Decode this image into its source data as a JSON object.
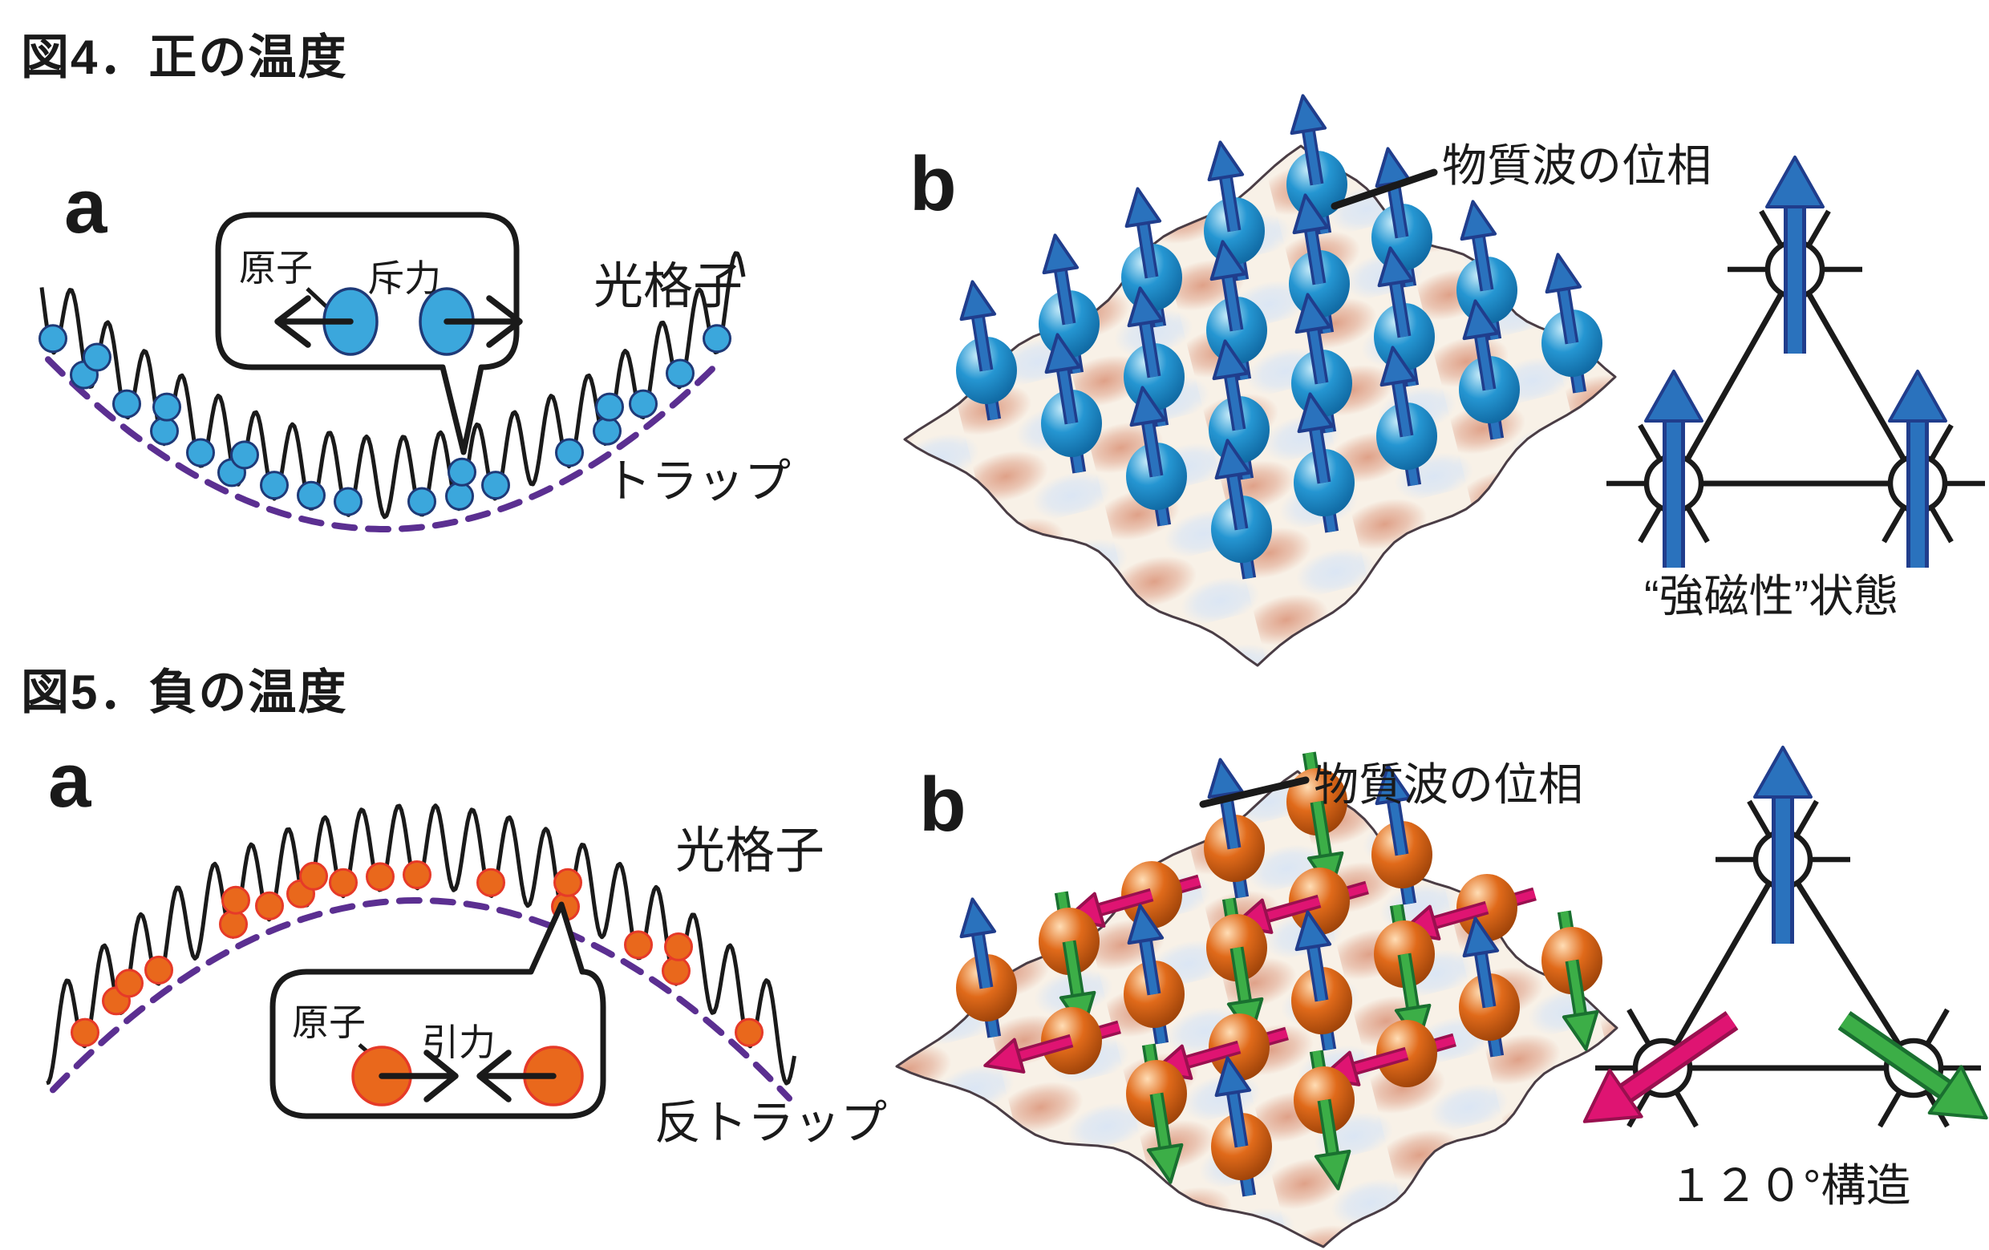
{
  "fig4": {
    "title": "図4．正の温度",
    "panel_a": {
      "label": "a",
      "lattice_label": "光格子",
      "trap_label": "トラップ",
      "bubble": {
        "atom_label": "原子",
        "force_label": "斥力"
      }
    },
    "panel_b": {
      "label": "b",
      "matter_wave_label": "物質波の位相",
      "state_label": "“強磁性”状態"
    }
  },
  "fig5": {
    "title": "図5．負の温度",
    "panel_a": {
      "label": "a",
      "lattice_label": "光格子",
      "trap_label": "反トラップ",
      "bubble": {
        "atom_label": "原子",
        "force_label": "引力"
      }
    },
    "panel_b": {
      "label": "b",
      "matter_wave_label": "物質波の位相",
      "state_label": "１２０°構造"
    }
  },
  "colors": {
    "line": "#1a1a1a",
    "atom_blue": "#3ba7dc",
    "atom_blue_stroke": "#1f3a78",
    "atom_orange": "#e9681c",
    "atom_orange_stroke": "#e63a28",
    "trap_dash": "#5b2f91",
    "arrow_blue": "#2a72bd",
    "arrow_blue_dark": "#203d8c",
    "arrow_green": "#3cae47",
    "arrow_green_dark": "#1a7030",
    "arrow_magenta": "#df1472",
    "arrow_magenta_dark": "#99104f",
    "sphere_blue_hi": "#c9ecfa",
    "sphere_blue": "#2596d2",
    "sphere_blue_dk": "#0b5e97",
    "sphere_orange_hi": "#ffddb5",
    "sphere_orange": "#e06a1a",
    "sphere_orange_dk": "#8f3a05",
    "surface_base": "#f8f1e7",
    "surface_pink": "#dfa188",
    "surface_blue": "#dbe6f4",
    "surface_edge": "#4a3d45"
  }
}
